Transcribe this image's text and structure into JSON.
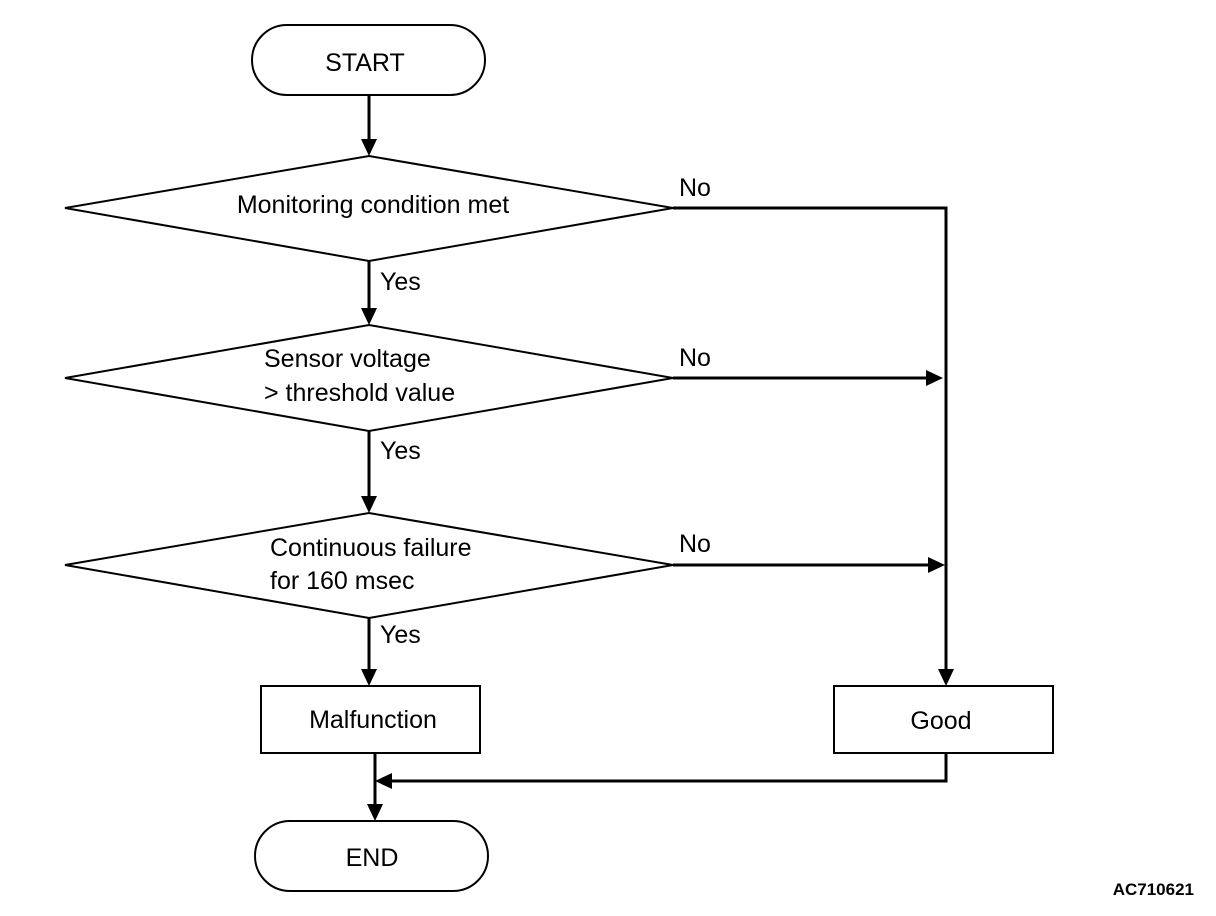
{
  "flowchart": {
    "start": "START",
    "decision_1": {
      "label": "Monitoring condition met",
      "yes": "Yes",
      "no": "No"
    },
    "decision_2": {
      "line_1": "Sensor voltage",
      "line_2": "> threshold value",
      "yes": "Yes",
      "no": "No"
    },
    "decision_3": {
      "line_1": "Continuous failure",
      "line_2": "for 160 msec",
      "yes": "Yes",
      "no": "No"
    },
    "malfunction": "Malfunction",
    "good": "Good",
    "end": "END"
  },
  "figure_code": "AC710621"
}
